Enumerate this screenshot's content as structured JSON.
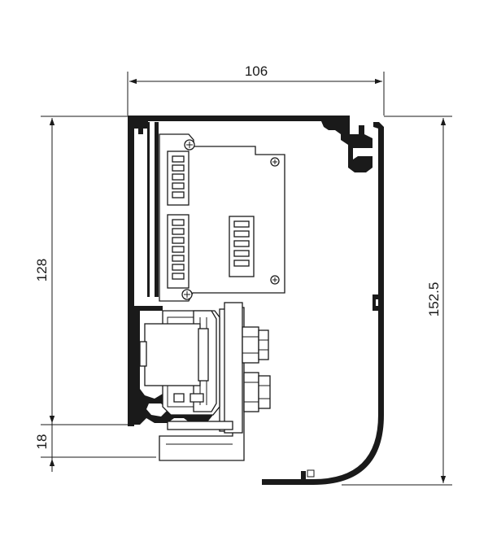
{
  "dimensions": {
    "width": "106",
    "height_left": "128",
    "height_right": "152.5",
    "bottom_offset": "18"
  }
}
